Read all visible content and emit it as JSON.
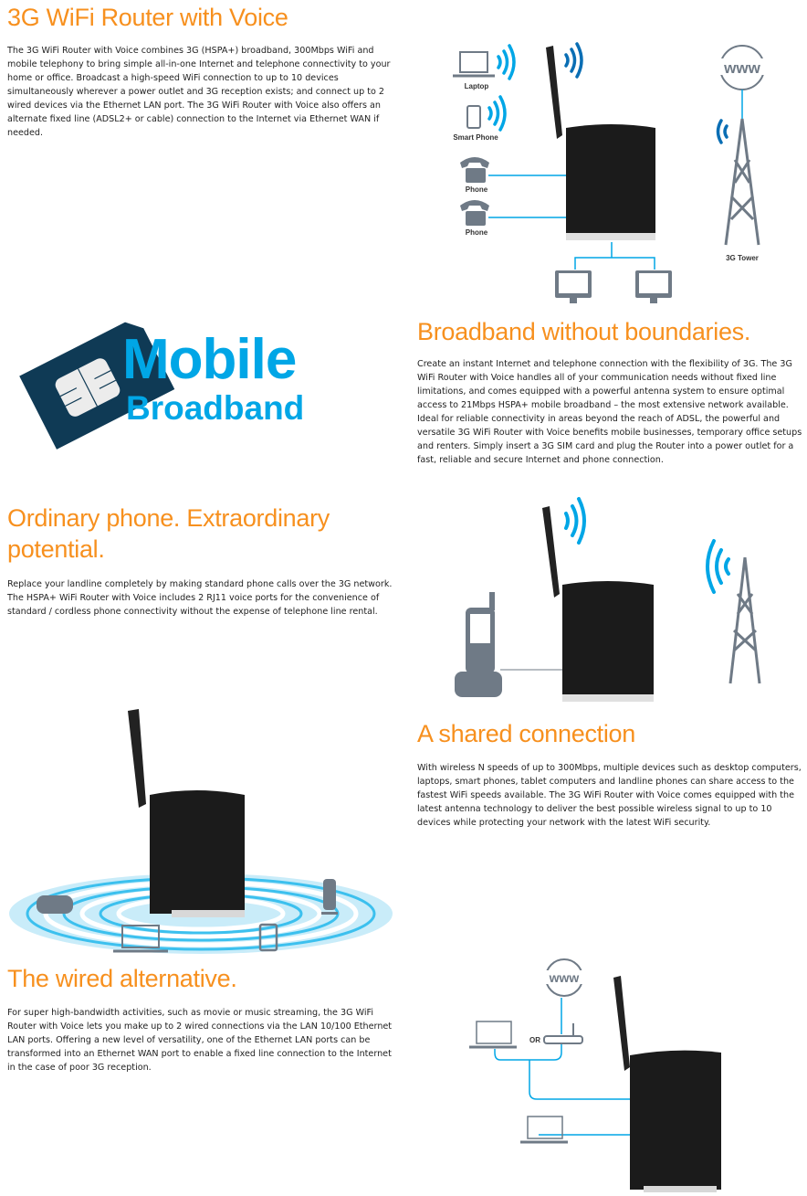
{
  "sections": [
    {
      "heading": "3G WiFi Router with Voice",
      "body": "The 3G WiFi Router with Voice combines 3G (HSPA+) broadband, 300Mbps WiFi and mobile telephony to bring simple all-in-one Internet and telephone connectivity to your home or office. Broadcast a high-speed WiFi connection to up to 10 devices simultaneously wherever a power outlet and 3G reception exists; and connect up to 2 wired devices via the Ethernet LAN port. The 3G WiFi Router with Voice also offers an alternate fixed line (ADSL2+ or cable) connection to the Internet via Ethernet WAN if needed."
    },
    {
      "heading": "Broadband without boundaries.",
      "body": "Create an instant Internet and telephone connection with the flexibility of 3G. The 3G WiFi Router with Voice handles all of your communication needs without fixed line limitations, and comes equipped with a powerful antenna system to ensure optimal access to 21Mbps HSPA+ mobile broadband – the most extensive network available.",
      "body2": "Ideal for reliable connectivity in areas beyond the reach of ADSL, the powerful and versatile 3G WiFi Router with Voice benefits mobile businesses, temporary office setups and renters. Simply insert a 3G SIM card and plug the Router into a power outlet for a fast, reliable and secure Internet and phone connection."
    },
    {
      "heading": "Ordinary phone. Extraordinary potential.",
      "body": "Replace your landline completely by making standard phone calls over the 3G network. The HSPA+ WiFi Router with Voice includes 2 RJ11 voice ports for the convenience of standard / cordless phone connectivity without the expense of telephone line rental."
    },
    {
      "heading": "A shared connection",
      "body": "With wireless N speeds of up to 300Mbps, multiple devices such as desktop computers, laptops, smart phones, tablet computers and landline phones can share access to the fastest WiFi speeds available. The 3G WiFi Router with Voice comes equipped with the latest antenna technology to deliver the best possible wireless signal to up to 10 devices while protecting your network with the latest WiFi security."
    },
    {
      "heading": "The wired alternative.",
      "body": "For super high-bandwidth activities, such as movie or music streaming, the 3G WiFi Router with Voice lets you make up to 2 wired connections via the LAN 10/100 Ethernet LAN ports. Offering a new level of versatility, one of the Ethernet LAN ports can be transformed into an Ethernet WAN port to enable a fixed line connection to the Internet in the case of poor 3G reception."
    }
  ],
  "diagram1": {
    "labels": {
      "laptop": "Laptop",
      "smartphone": "Smart Phone",
      "phone1": "Phone",
      "phone2": "Phone",
      "tower": "3G Tower",
      "www": "www"
    }
  },
  "logo": {
    "line1": "Mobile",
    "line2": "Broadband"
  },
  "diagram4": {
    "or_label": "OR",
    "www": "www"
  },
  "colors": {
    "heading": "#f7901e",
    "accent_blue": "#00a6e6",
    "dark_navy": "#0f3a55",
    "icon_gray": "#6f7a86",
    "router_black": "#1b1b1b"
  }
}
